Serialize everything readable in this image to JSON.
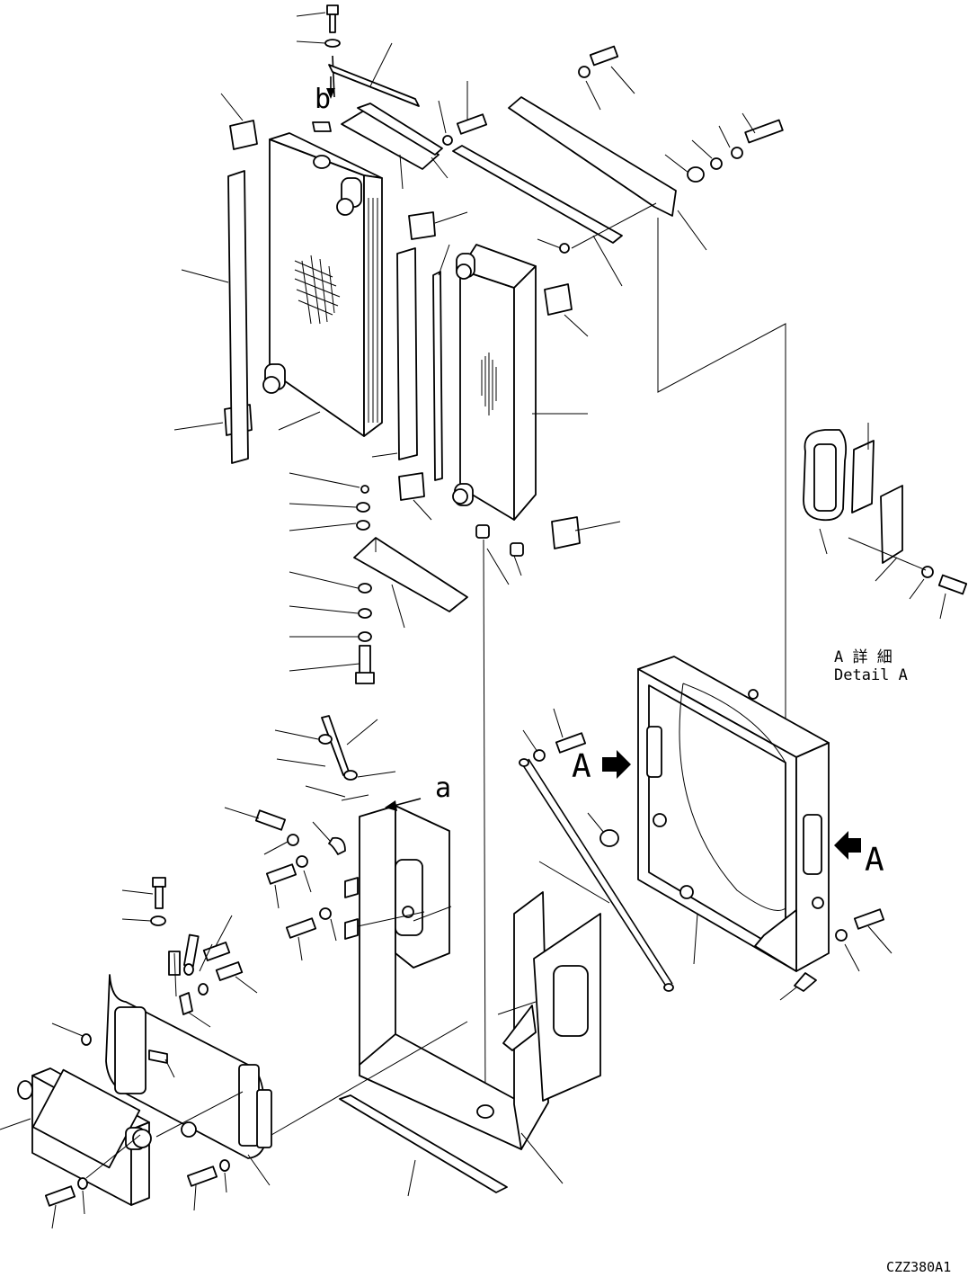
{
  "labels": {
    "detail_jp": "A 詳 細",
    "detail_en": "Detail A",
    "marker_a_left": "A",
    "marker_a_right": "A",
    "ref_a": "a",
    "ref_b": "b",
    "drawing_code": "CZZ380A1"
  }
}
